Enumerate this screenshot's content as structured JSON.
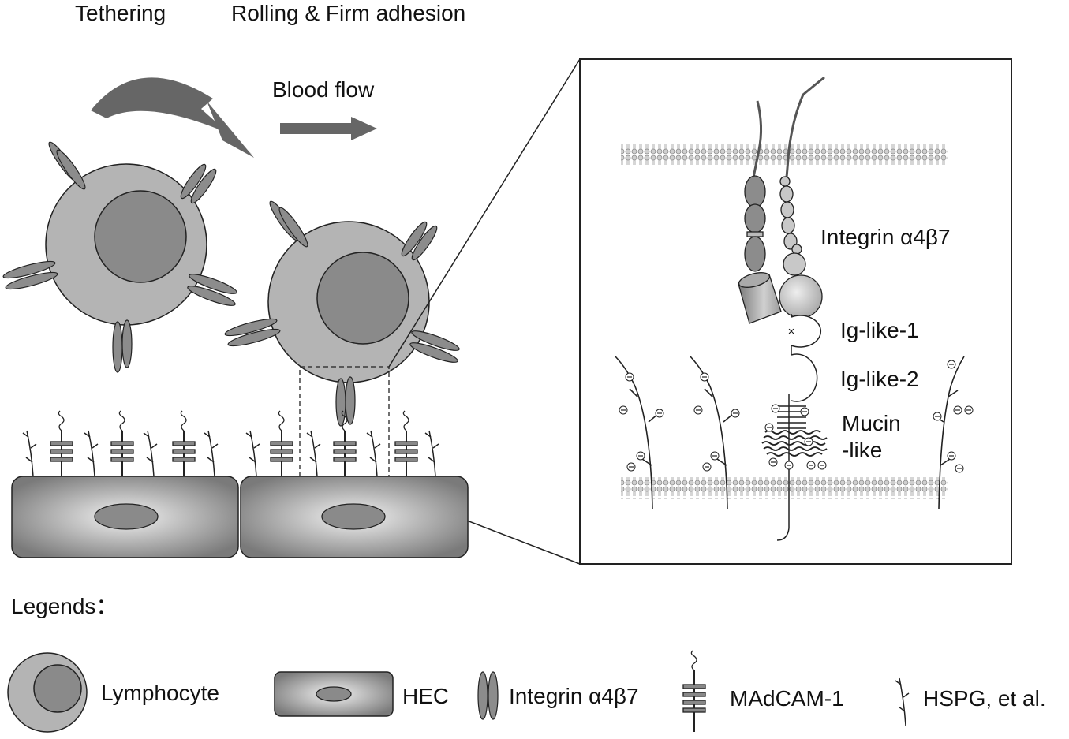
{
  "stages": {
    "tethering": "Tethering",
    "rolling": "Rolling & Firm adhesion",
    "blood_flow": "Blood flow"
  },
  "zoom": {
    "integrin": "Integrin α4β7",
    "ig1": "Ig-like-1",
    "ig2": "Ig-like-2",
    "mucin_1": "Mucin",
    "mucin_2": "-like",
    "contact_mark": "×",
    "charge": "−"
  },
  "legends": {
    "title": "Legends：",
    "lymphocyte": "Lymphocyte",
    "hec": "HEC",
    "integrin": "Integrin α4β7",
    "madcam": "MAdCAM-1",
    "hspg": "HSPG, et al."
  },
  "colors": {
    "cell_fill": "#b4b4b4",
    "nucleus_fill": "#8a8a8a",
    "integrin_fill": "#8c8c8c",
    "arrow_fill": "#666666",
    "hec_edge": "#7a7a7a",
    "hec_center": "#f2f2f2",
    "stroke": "#222222"
  }
}
